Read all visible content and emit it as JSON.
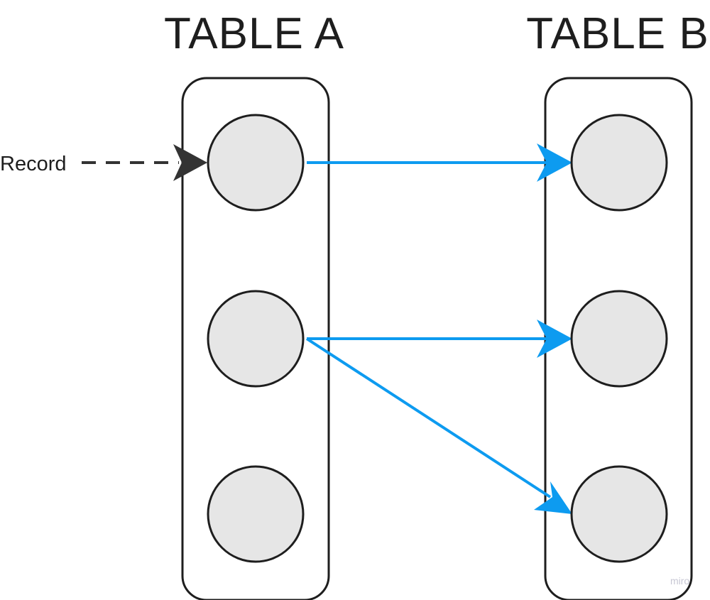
{
  "tables": [
    {
      "id": "a",
      "title": "TABLE A",
      "nodes": 3
    },
    {
      "id": "b",
      "title": "TABLE B",
      "nodes": 3
    }
  ],
  "input": {
    "label": "Record",
    "target": "a0"
  },
  "links": [
    {
      "from": "a0",
      "to": "b0"
    },
    {
      "from": "a1",
      "to": "b1"
    },
    {
      "from": "a1",
      "to": "b2"
    }
  ],
  "colors": {
    "link": "#0d9bf0",
    "input": "#333333",
    "node_fill": "#e6e6e6",
    "outline": "#1e1e1e"
  },
  "watermark": "miro"
}
